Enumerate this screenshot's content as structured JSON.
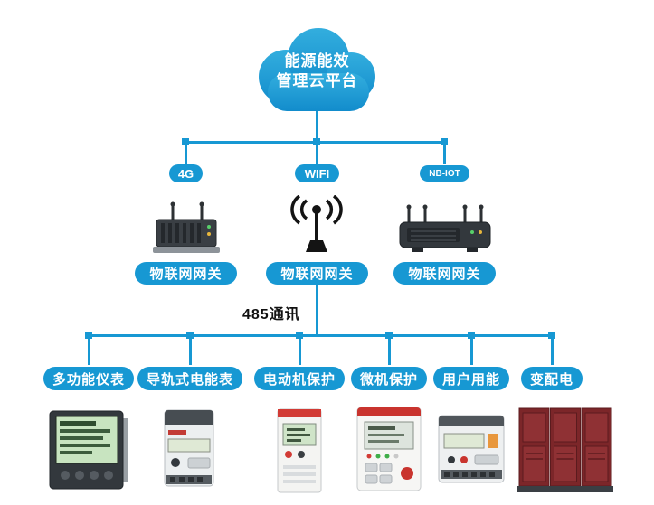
{
  "cloud": {
    "line1": "能源能效",
    "line2": "管理云平台"
  },
  "gateways": {
    "items": [
      {
        "tech": "4G",
        "label": "物联网网关"
      },
      {
        "tech": "WIFI",
        "label": "物联网网关"
      },
      {
        "tech": "NB-IOT",
        "label": "物联网网关"
      }
    ]
  },
  "bus": {
    "label": "485通讯"
  },
  "devices": {
    "items": [
      {
        "label": "多功能仪表"
      },
      {
        "label": "导轨式电能表"
      },
      {
        "label": "电动机保护"
      },
      {
        "label": "微机保护"
      },
      {
        "label": "用户用能"
      },
      {
        "label": "变配电"
      }
    ]
  },
  "colors": {
    "accent": "#1798d3",
    "cloud_top": "#33aede",
    "cloud_bottom": "#128ccc",
    "label_text": "#111111"
  }
}
